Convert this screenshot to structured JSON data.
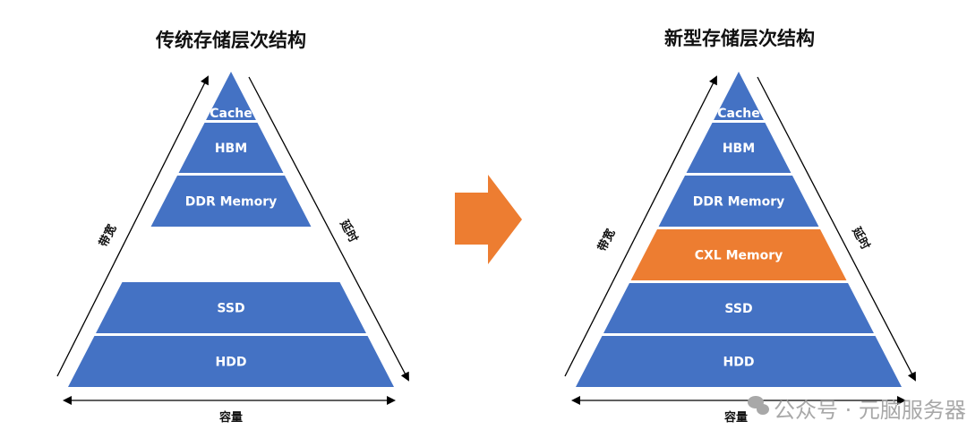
{
  "colors": {
    "blue": "#4472c4",
    "orange": "#ed7d31",
    "arrow": "#ed7d31"
  },
  "left": {
    "title": "传统存储层次结构",
    "layers": [
      {
        "label": "Cache",
        "color": "#4472c4"
      },
      {
        "label": "HBM",
        "color": "#4472c4"
      },
      {
        "label": "DDR Memory",
        "color": "#4472c4"
      },
      {
        "label": "SSD",
        "color": "#4472c4"
      },
      {
        "label": "HDD",
        "color": "#4472c4"
      }
    ],
    "bandwidth_label": "带宽",
    "latency_label": "延时",
    "capacity_label": "容量"
  },
  "right": {
    "title": "新型存储层次结构",
    "layers": [
      {
        "label": "Cache",
        "color": "#4472c4"
      },
      {
        "label": "HBM",
        "color": "#4472c4"
      },
      {
        "label": "DDR Memory",
        "color": "#4472c4"
      },
      {
        "label": "CXL Memory",
        "color": "#ed7d31"
      },
      {
        "label": "SSD",
        "color": "#4472c4"
      },
      {
        "label": "HDD",
        "color": "#4472c4"
      }
    ],
    "bandwidth_label": "带宽",
    "latency_label": "延时",
    "capacity_label": "容量"
  },
  "watermark": "公众号 · 元脑服务器"
}
